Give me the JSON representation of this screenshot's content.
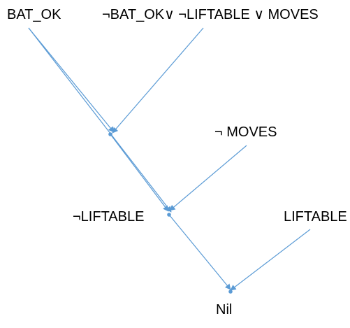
{
  "diagram": {
    "nodes": [
      {
        "id": "bat_ok",
        "label": "BAT_OK"
      },
      {
        "id": "clause",
        "label": "¬BAT_OK∨ ¬LIFTABLE ∨ MOVES"
      },
      {
        "id": "not_moves",
        "label": "¬ MOVES"
      },
      {
        "id": "not_liftable",
        "label": "¬LIFTABLE"
      },
      {
        "id": "liftable",
        "label": "LIFTABLE"
      },
      {
        "id": "nil",
        "label": "Nil"
      }
    ],
    "edges": [
      {
        "from": "bat_ok",
        "to": "resolvent_1"
      },
      {
        "from": "clause",
        "to": "resolvent_1"
      },
      {
        "from": "resolvent_1",
        "to": "resolvent_2"
      },
      {
        "from": "not_moves",
        "to": "resolvent_2"
      },
      {
        "from": "bat_ok",
        "to": "resolvent_2"
      },
      {
        "from": "resolvent_2",
        "to": "nil"
      },
      {
        "from": "liftable",
        "to": "nil"
      }
    ],
    "colors": {
      "edge": "#5b9bd5",
      "text": "#000000",
      "background": "#ffffff"
    }
  }
}
